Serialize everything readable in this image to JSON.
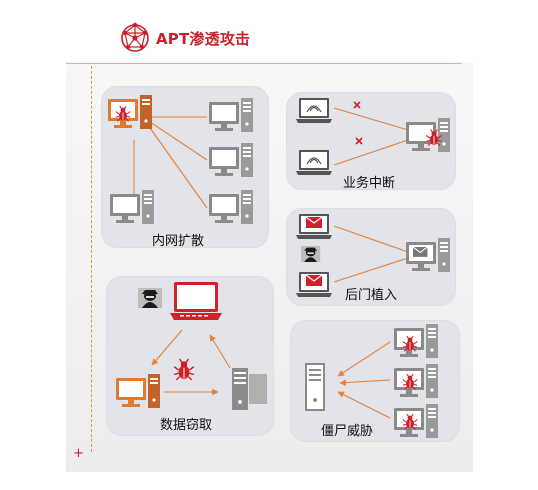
{
  "header": {
    "title": "APT渗透攻击",
    "icon": "network-globe-icon",
    "accent_color": "#c8202a"
  },
  "panels": {
    "lateral": {
      "label": "内网扩散"
    },
    "disruption": {
      "label": "业务中断"
    },
    "backdoor": {
      "label": "后门植入"
    },
    "exfiltration": {
      "label": "数据窃取"
    },
    "botnet": {
      "label": "僵尸威胁"
    }
  },
  "colors": {
    "orange": "#e07a2e",
    "red": "#d0202a",
    "gray": "#8a8a8a",
    "link": "#e8823a"
  },
  "icons": [
    "infected-computer-icon",
    "computer-icon",
    "server-icon",
    "laptop-icon",
    "wifi-laptop-icon",
    "email-icon",
    "hacker-icon",
    "bug-icon",
    "x-mark-icon"
  ]
}
